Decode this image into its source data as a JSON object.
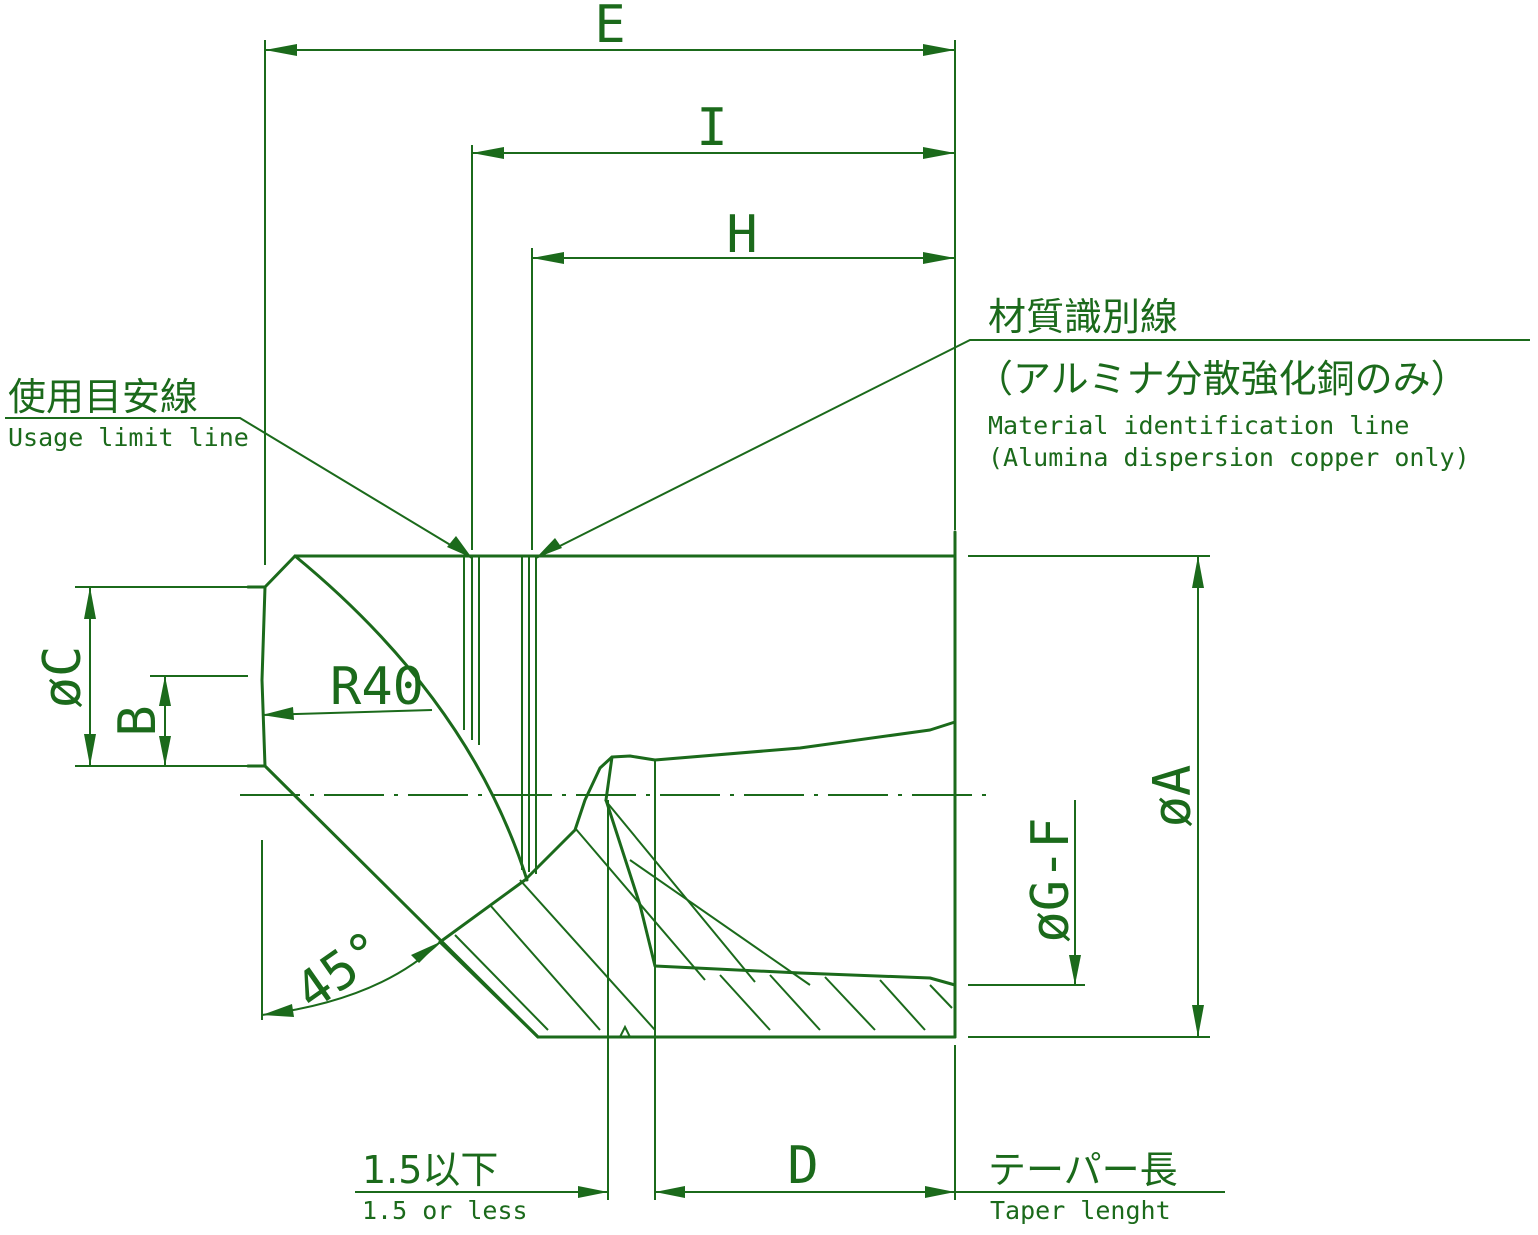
{
  "dimensions": {
    "E": "E",
    "I": "I",
    "H": "H",
    "A": "øA",
    "C": "øC",
    "B": "B",
    "GF": "øG-F",
    "R": "R40",
    "angle": "45°",
    "D": "D"
  },
  "annotations": {
    "material_jp": "材質識別線",
    "material_jp_sub": "（アルミナ分散強化銅のみ）",
    "material_en": "Material identification line",
    "material_en_sub": "(Alumina dispersion copper only)",
    "usage_jp": "使用目安線",
    "usage_en": "Usage limit line",
    "limit_jp": "1.5以下",
    "limit_en": "1.5 or less",
    "taper_jp": "テーパー長",
    "taper_en": "Taper lenght"
  },
  "colors": {
    "line": "#1b6a1b",
    "background": "#ffffff"
  }
}
